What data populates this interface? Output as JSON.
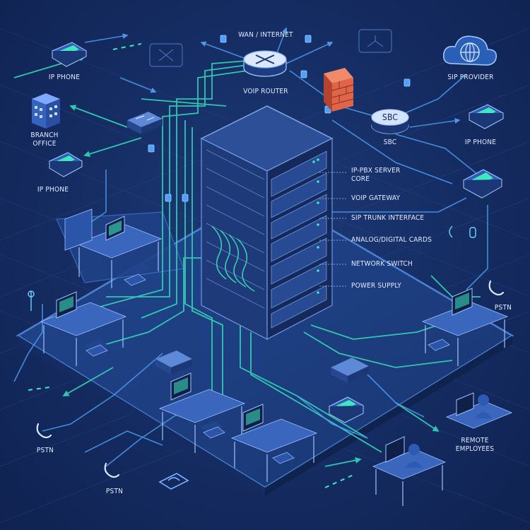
{
  "labels": {
    "wan": "WAN / INTERNET",
    "voip_router": "VOIP ROUTER",
    "sip_provider": "SIP PROVIDER",
    "ip_phone_top_left": "IP PHONE",
    "branch_office": "BRANCH OFFICE",
    "ip_phone_left": "IP PHONE",
    "sbc_badge": "SBC",
    "sbc": "SBC",
    "ip_phone_right": "IP PHONE",
    "ip_pbx": "IP-PBX SERVER CORE",
    "voip_gateway": "VOIP GATEWAY",
    "sip_trunk": "SIP TRUNK INTERFACE",
    "analog_cards": "ANALOG/DIGITAL CARDS",
    "network_switch": "NETWORK SWITCH",
    "power_supply": "POWER SUPPLY",
    "pstn_right": "PSTN",
    "pstn_left": "PSTN",
    "pstn_bottom": "PSTN",
    "remote_employees": "REMOTE EMPLOYEES"
  },
  "colors": {
    "background": "#152c62",
    "floor": "#1f3f82",
    "floor_edge": "#4f86d8",
    "line_teal": "#35d6b6",
    "line_blue": "#4c9cf0",
    "rack_front": "#1f3a78",
    "rack_top": "#2c4f98",
    "rack_side": "#15295a",
    "firewall": "#e0644a",
    "label": "#e4ecff"
  }
}
